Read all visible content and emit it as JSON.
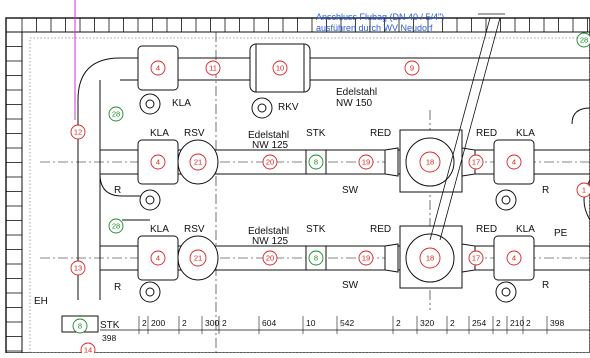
{
  "note": {
    "line1": "Anschluss Flubag (DN 40 / 5/4\")",
    "line2": "ausführen durch WV Neudorf",
    "color": "#2a5bd7"
  },
  "labels": {
    "kla_top": "KLA",
    "rkv": "RKV",
    "edelstahl_nw150_a": "Edelstahl",
    "edelstahl_nw150_b": "NW 150",
    "kla_mid": "KLA",
    "rsv_mid": "RSV",
    "edelstahl_nw125_mid_a": "Edelstahl",
    "edelstahl_nw125_mid_b": "NW 125",
    "stk_mid": "STK",
    "red_mid_left": "RED",
    "red_mid_right": "RED",
    "kla_mid_right": "KLA",
    "r_mid_left": "R",
    "sw_mid": "SW",
    "r_mid_right": "R",
    "kla_low": "KLA",
    "rsv_low": "RSV",
    "edelstahl_nw125_low_a": "Edelstahl",
    "edelstahl_nw125_low_b": "NW 125",
    "stk_low": "STK",
    "red_low_left": "RED",
    "red_low_right": "RED",
    "kla_low_right": "KLA",
    "pe": "PE",
    "r_low_left": "R",
    "sw_low": "SW",
    "r_low_right": "R",
    "eh": "EH",
    "stk_bottom": "STK"
  },
  "dimensions": [
    "2",
    "200",
    "2",
    "300",
    "2",
    "604",
    "10",
    "542",
    "2",
    "320",
    "2",
    "254",
    "2",
    "210",
    "2",
    "398"
  ],
  "dimension_bottom": "398",
  "circles_red": [
    "4",
    "11",
    "10",
    "9",
    "12",
    "4",
    "21",
    "20",
    "19",
    "18",
    "17",
    "4",
    "1",
    "13",
    "4",
    "21",
    "20",
    "19",
    "18",
    "17",
    "4",
    "14"
  ],
  "circles_green": [
    "28",
    "28",
    "8",
    "8",
    "8",
    "28"
  ],
  "colors": {
    "line": "#111111",
    "red_item": "#dd2222",
    "green_item": "#1a8a2a",
    "magenta_line": "#cc33cc",
    "note_blue": "#2a5bd7"
  }
}
